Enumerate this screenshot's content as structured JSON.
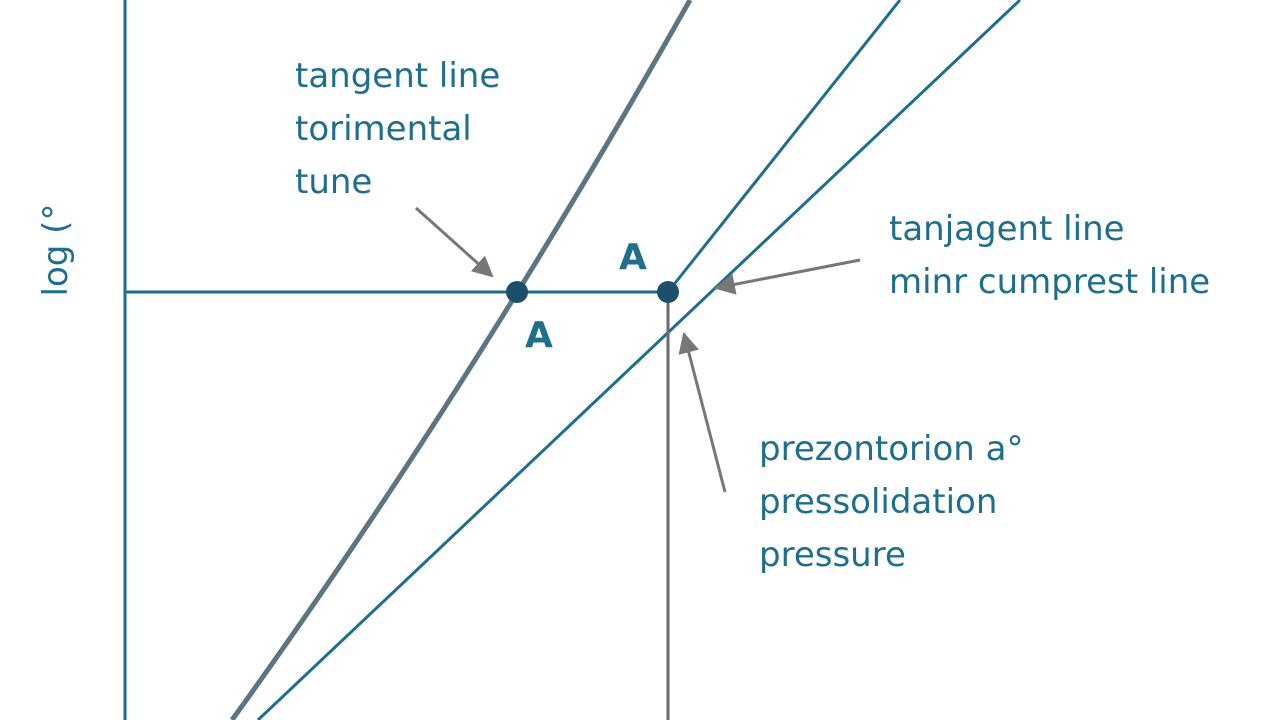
{
  "diagram": {
    "y_axis_label": "log (°",
    "labels": {
      "top_left": [
        "tangent line",
        "torimental",
        "tune"
      ],
      "right_upper": [
        "tanjagent line",
        "minr cumprest line"
      ],
      "right_lower": [
        "prezontorion a°",
        "pressolidation",
        "pressure"
      ]
    },
    "points": [
      {
        "id": "left",
        "label": "A"
      },
      {
        "id": "right",
        "label": "A"
      }
    ],
    "colors": {
      "axis": "#1f6e8c",
      "curve": "#5d7482",
      "tangent": "#1f6e8c",
      "vertical": "#6b6b6b",
      "arrow": "#777777",
      "point": "#1b4f6b",
      "text": "#1f6e8c"
    }
  }
}
